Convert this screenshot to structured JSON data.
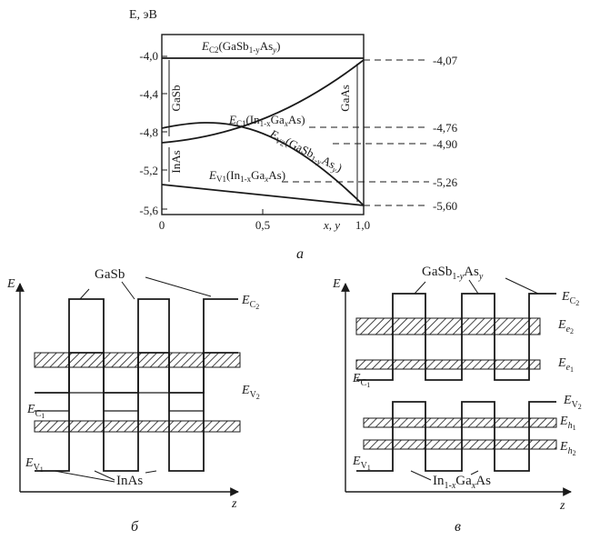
{
  "panel_a": {
    "y_axis_label": "E, эВ",
    "y_ticks": [
      "-4,0",
      "-4,4",
      "-4,8",
      "-5,2",
      "-5,6"
    ],
    "x_ticks": [
      "0",
      "0,5",
      "1,0"
    ],
    "x_axis_label": "x, y",
    "right_values": [
      "-4,07",
      "-4,76",
      "-4,90",
      "-5,26",
      "-5,60"
    ],
    "label_gasb": "GaSb",
    "label_inas": "InAs",
    "label_gaas": "GaAs",
    "caption": "а"
  },
  "panel_b": {
    "axis_e": "E",
    "axis_z": "z",
    "label_gasb": "GaSb",
    "label_inas": "InAs",
    "caption": "б"
  },
  "panel_c": {
    "axis_e": "E",
    "axis_z": "z",
    "caption": "в"
  }
}
